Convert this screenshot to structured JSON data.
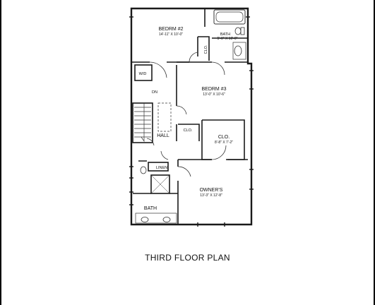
{
  "title": "THIRD FLOOR PLAN",
  "rooms": {
    "bedroom2": {
      "name": "BEDRM #2",
      "dims": "14'-11\" X 10'-0\""
    },
    "bath_upper": {
      "name": "BATH",
      "dims": "5'-0\" X 10'-0\""
    },
    "bedroom3": {
      "name": "BEDRM #3",
      "dims": "13'-0\" X 10'-6\""
    },
    "closet_large": {
      "name": "CLO.",
      "dims": "8'-8\" X 7'-2\""
    },
    "owners": {
      "name": "OWNER'S",
      "dims": "13'-3\" X 12'-8\""
    }
  },
  "labels": {
    "wd": "W/D",
    "dn": "DN",
    "clo_upper": "CLO.",
    "clo_hall": "CLO.",
    "hall": "HALL",
    "linen": "LINEN",
    "bath_lower": "BATH"
  },
  "colors": {
    "wall": "#1a1a1a",
    "fixture": "#333333",
    "background": "#ffffff"
  }
}
